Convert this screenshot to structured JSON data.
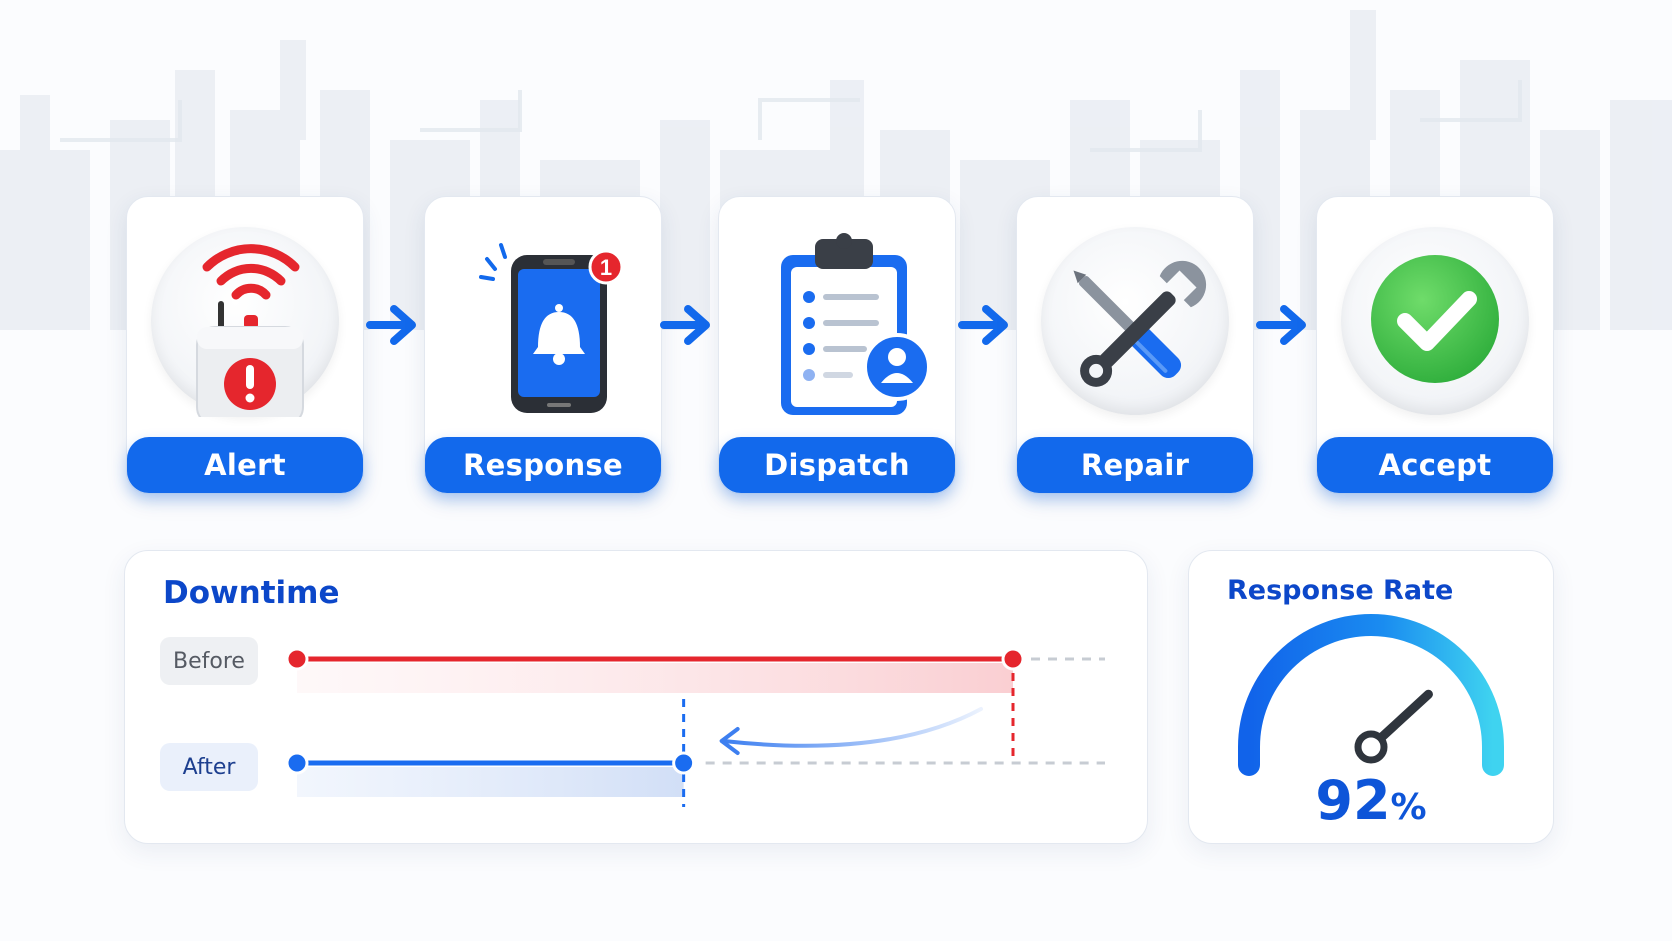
{
  "steps": [
    {
      "label": "Alert",
      "icon": "wireless-alarm-sensor-icon"
    },
    {
      "label": "Response",
      "icon": "phone-notification-icon",
      "badge": "1"
    },
    {
      "label": "Dispatch",
      "icon": "clipboard-assignee-icon"
    },
    {
      "label": "Repair",
      "icon": "wrench-screwdriver-icon"
    },
    {
      "label": "Accept",
      "icon": "checkmark-icon"
    }
  ],
  "downtime": {
    "title": "Downtime",
    "before_label": "Before",
    "after_label": "After",
    "before_fraction": 1.0,
    "after_fraction": 0.54
  },
  "response_rate": {
    "title": "Response Rate",
    "value": "92",
    "unit": "%",
    "level": 0.92
  },
  "colors": {
    "primary": "#1269ec",
    "alert_red": "#e5262d",
    "success_green": "#3cc24a",
    "title_blue": "#0c47c9"
  }
}
